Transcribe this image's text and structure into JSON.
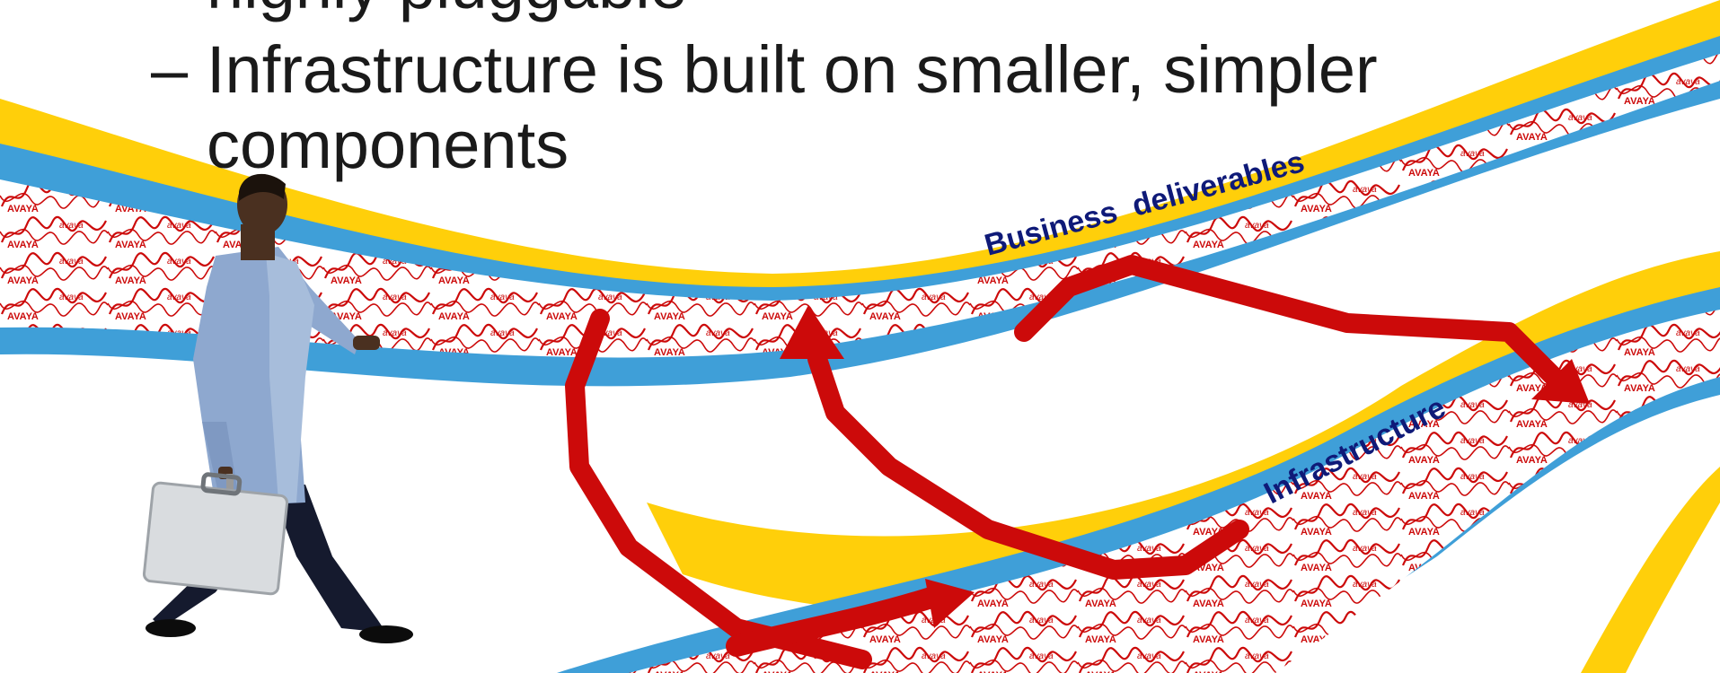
{
  "slide": {
    "top_line_fragment": "highly pluggable",
    "bullet_dash": "–",
    "bullet_line1": "Infrastructure is built on smaller, simpler",
    "bullet_line2": "components"
  },
  "labels": {
    "business": "Business  deliverables",
    "infrastructure": "Infrastructure"
  },
  "texture_text": "AVAYA",
  "colors": {
    "yellow": "#ffcf0a",
    "blue": "#3f9fd8",
    "red": "#cc0a0a",
    "label_navy": "#0f1a78"
  }
}
